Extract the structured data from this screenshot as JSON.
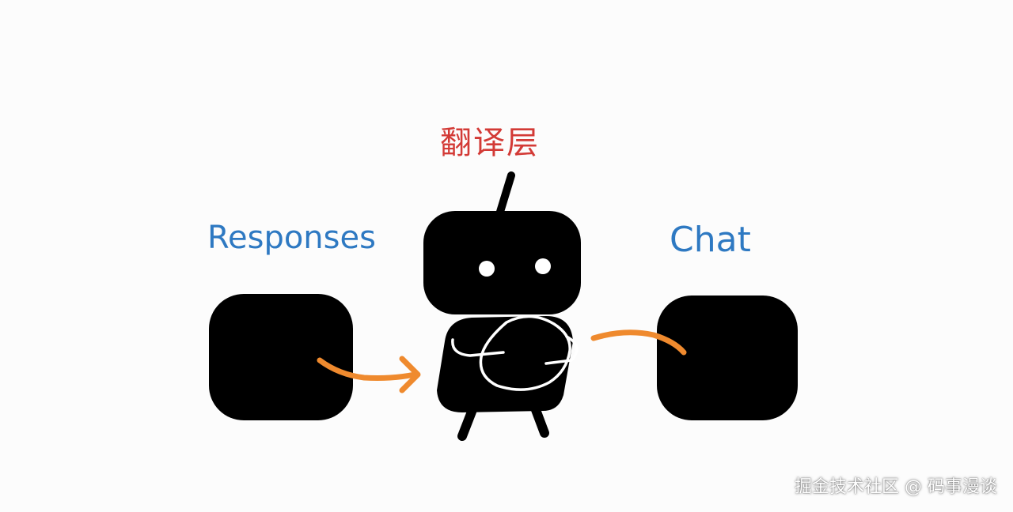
{
  "diagram": {
    "title": "翻译层",
    "left_label": "Responses",
    "right_label": "Chat",
    "watermark": "掘金技术社区 @ 码事漫谈"
  },
  "colors": {
    "title": "#d33a36",
    "labels": "#2e79c2",
    "arrows": "#ef8a2e",
    "shapes": "#000000",
    "background": "#fcfcfc"
  },
  "icons": [
    "robot-icon",
    "arrow-right-icon"
  ]
}
